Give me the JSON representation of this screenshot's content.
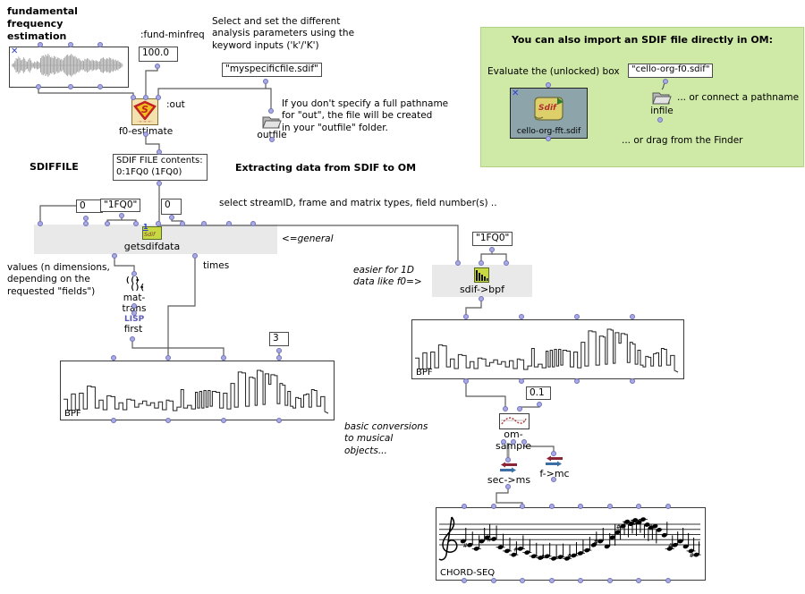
{
  "colors": {
    "panel_green": "#cfe9a6",
    "band_gray": "#e9e9e9",
    "port_fill": "#a9abe2",
    "wire_gray": "#5a5a5a",
    "lisp_purple": "#5c5cb8",
    "sdif_box_fill": "#8da4ab",
    "icon_green": "#c8d944",
    "arrow_red": "#8b2535",
    "arrow_blue": "#3b6ea5"
  },
  "texts": {
    "title": "fundamental frequency\nestimation",
    "fund_minfreq": ":fund-minfreq",
    "minfreq_value": "100.0",
    "select_params": "Select and set the different\nanalysis parameters using the\nkeyword inputs ('k'/'K')",
    "myspecific": "\"myspecificfile.sdif\"",
    "out_label": ":out",
    "f0_estimate": "f0-estimate",
    "outfile_note": "If you don't specify a full pathname\nfor \"out\", the file will be created\nin your \"outfile\" folder.",
    "outfile": "outfile",
    "sdiffile": "SDIFFILE",
    "sdif_contents": "SDIF FILE contents:\n0:1FQ0 (1FQ0)",
    "extracting": "Extracting data from SDIF to OM",
    "select_stream": "select streamID, frame and matrix types, field number(s) ..",
    "stream_id": "0",
    "frame_type": "\"1FQ0\"",
    "field_num": "0",
    "getsdifdata": "getsdifdata",
    "general": "<=general",
    "values_note": "values (n dimensions,\ndepending on the\nrequested \"fields\")",
    "times": "times",
    "mat_trans": "mat-trans",
    "lisp": "LISP",
    "first": "first",
    "three": "3",
    "bpf_left": "BPF",
    "bpf_right": "BPF",
    "conversions_note": "basic conversions\nto musical\nobjects...",
    "easier_note": "easier for 1D\ndata like f0=>",
    "fqo_right": "\"1FQ0\"",
    "sdif_bpf": "sdif->bpf",
    "sample_rate": "0.1",
    "om_sample": "om-sample",
    "sec_ms": "sec->ms",
    "f_mc": "f->mc",
    "chord_seq": "CHORD-SEQ"
  },
  "green_panel": {
    "title": "You can also import an SDIF file directly in OM:",
    "evaluate": "Evaluate the (unlocked) box",
    "cello_f0": "\"cello-org-f0.sdif\"",
    "cello_fft": "cello-org-fft.sdif",
    "infile": "infile",
    "connect": "... or connect a pathname",
    "drag": "... or drag from the Finder"
  },
  "curves": {
    "waveform_amps": [
      0.1,
      0.15,
      0.3,
      0.5,
      0.45,
      0.6,
      0.5,
      0.35,
      0.4,
      0.55,
      0.45,
      0.3,
      0.25,
      0.4,
      0.5,
      0.35,
      0.2,
      0.15,
      0.25,
      0.2,
      0.3,
      0.25,
      0.2,
      0.5,
      0.65,
      0.7,
      0.6,
      0.75,
      0.65,
      0.8,
      0.7,
      0.55,
      0.6,
      0.5,
      0.65,
      0.6,
      0.45,
      0.55,
      0.5,
      0.4,
      0.45,
      0.35,
      0.5,
      0.6,
      0.7,
      0.75,
      0.65,
      0.7,
      0.8,
      0.7,
      0.6,
      0.65,
      0.55,
      0.45,
      0.5,
      0.4,
      0.3,
      0.35,
      0.3,
      0.45,
      0.4,
      0.5,
      0.45,
      0.35,
      0.3,
      0.4,
      0.35,
      0.3,
      0.35,
      0.3,
      0.25,
      0.3,
      0.45,
      0.5,
      0.55,
      0.45,
      0.4,
      0.5,
      0.45,
      0.55,
      0.5,
      0.4,
      0.45,
      0.35,
      0.4,
      0.3,
      0.35,
      0.25,
      0.2,
      0.15
    ],
    "bpf_steps": [
      [
        0.0,
        0.3
      ],
      [
        0.015,
        0.05
      ],
      [
        0.03,
        0.42
      ],
      [
        0.045,
        0.06
      ],
      [
        0.06,
        0.44
      ],
      [
        0.075,
        0.08
      ],
      [
        0.09,
        0.6
      ],
      [
        0.105,
        0.58
      ],
      [
        0.12,
        0.1
      ],
      [
        0.135,
        0.28
      ],
      [
        0.15,
        0.06
      ],
      [
        0.165,
        0.38
      ],
      [
        0.18,
        0.36
      ],
      [
        0.195,
        0.08
      ],
      [
        0.21,
        0.22
      ],
      [
        0.225,
        0.06
      ],
      [
        0.24,
        0.3
      ],
      [
        0.255,
        0.28
      ],
      [
        0.27,
        0.12
      ],
      [
        0.285,
        0.2
      ],
      [
        0.3,
        0.26
      ],
      [
        0.315,
        0.16
      ],
      [
        0.33,
        0.22
      ],
      [
        0.345,
        0.1
      ],
      [
        0.36,
        0.24
      ],
      [
        0.375,
        0.06
      ],
      [
        0.39,
        0.28
      ],
      [
        0.4,
        0.26
      ],
      [
        0.415,
        0.04
      ],
      [
        0.43,
        0.12
      ],
      [
        0.445,
        0.52
      ],
      [
        0.455,
        0.1
      ],
      [
        0.47,
        0.16
      ],
      [
        0.485,
        0.08
      ],
      [
        0.5,
        0.46
      ],
      [
        0.508,
        0.1
      ],
      [
        0.516,
        0.48
      ],
      [
        0.524,
        0.1
      ],
      [
        0.532,
        0.5
      ],
      [
        0.54,
        0.12
      ],
      [
        0.548,
        0.5
      ],
      [
        0.556,
        0.14
      ],
      [
        0.564,
        0.48
      ],
      [
        0.578,
        0.46
      ],
      [
        0.592,
        0.1
      ],
      [
        0.606,
        0.44
      ],
      [
        0.62,
        0.08
      ],
      [
        0.634,
        0.66
      ],
      [
        0.648,
        0.12
      ],
      [
        0.662,
        0.92
      ],
      [
        0.676,
        0.9
      ],
      [
        0.69,
        0.14
      ],
      [
        0.704,
        0.8
      ],
      [
        0.718,
        0.78
      ],
      [
        0.726,
        0.16
      ],
      [
        0.734,
        0.96
      ],
      [
        0.748,
        0.94
      ],
      [
        0.756,
        0.18
      ],
      [
        0.764,
        0.88
      ],
      [
        0.778,
        0.64
      ],
      [
        0.786,
        0.86
      ],
      [
        0.8,
        0.84
      ],
      [
        0.81,
        0.2
      ],
      [
        0.82,
        0.66
      ],
      [
        0.83,
        0.62
      ],
      [
        0.84,
        0.16
      ],
      [
        0.85,
        0.48
      ],
      [
        0.86,
        0.14
      ],
      [
        0.87,
        0.1
      ],
      [
        0.88,
        0.34
      ],
      [
        0.89,
        0.32
      ],
      [
        0.9,
        0.12
      ],
      [
        0.91,
        0.4
      ],
      [
        0.92,
        0.42
      ],
      [
        0.93,
        0.12
      ],
      [
        0.94,
        0.52
      ],
      [
        0.95,
        0.5
      ],
      [
        0.96,
        0.14
      ],
      [
        0.975,
        0.36
      ],
      [
        0.99,
        0.02
      ]
    ],
    "chord_notes": [
      [
        0.1,
        0.5
      ],
      [
        0.125,
        0.55
      ],
      [
        0.15,
        0.6
      ],
      [
        0.17,
        0.5
      ],
      [
        0.19,
        0.45
      ],
      [
        0.215,
        0.47
      ],
      [
        0.24,
        0.58
      ],
      [
        0.265,
        0.63
      ],
      [
        0.29,
        0.68
      ],
      [
        0.315,
        0.6
      ],
      [
        0.34,
        0.65
      ],
      [
        0.365,
        0.7
      ],
      [
        0.39,
        0.72
      ],
      [
        0.415,
        0.7
      ],
      [
        0.44,
        0.73
      ],
      [
        0.465,
        0.71
      ],
      [
        0.49,
        0.73
      ],
      [
        0.515,
        0.69
      ],
      [
        0.54,
        0.66
      ],
      [
        0.565,
        0.62
      ],
      [
        0.59,
        0.55
      ],
      [
        0.615,
        0.5
      ],
      [
        0.64,
        0.57
      ],
      [
        0.66,
        0.45
      ],
      [
        0.68,
        0.38
      ],
      [
        0.7,
        0.3
      ],
      [
        0.715,
        0.24
      ],
      [
        0.73,
        0.27
      ],
      [
        0.745,
        0.22
      ],
      [
        0.76,
        0.25
      ],
      [
        0.775,
        0.21
      ],
      [
        0.79,
        0.28
      ],
      [
        0.805,
        0.32
      ],
      [
        0.82,
        0.3
      ],
      [
        0.835,
        0.35
      ],
      [
        0.855,
        0.42
      ],
      [
        0.875,
        0.6
      ],
      [
        0.895,
        0.55
      ],
      [
        0.915,
        0.5
      ],
      [
        0.935,
        0.57
      ],
      [
        0.955,
        0.63
      ],
      [
        0.975,
        0.68
      ]
    ]
  }
}
